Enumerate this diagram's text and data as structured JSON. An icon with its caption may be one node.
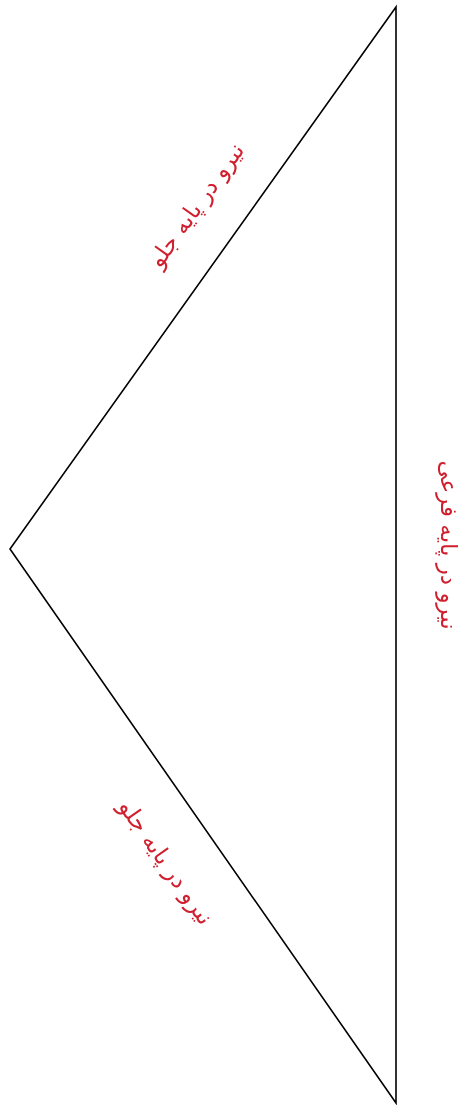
{
  "diagram": {
    "labels": [
      "نیرو در پایه جلو",
      "نیرو در پایه فرعی",
      "نیرو در پایه جلو"
    ]
  }
}
